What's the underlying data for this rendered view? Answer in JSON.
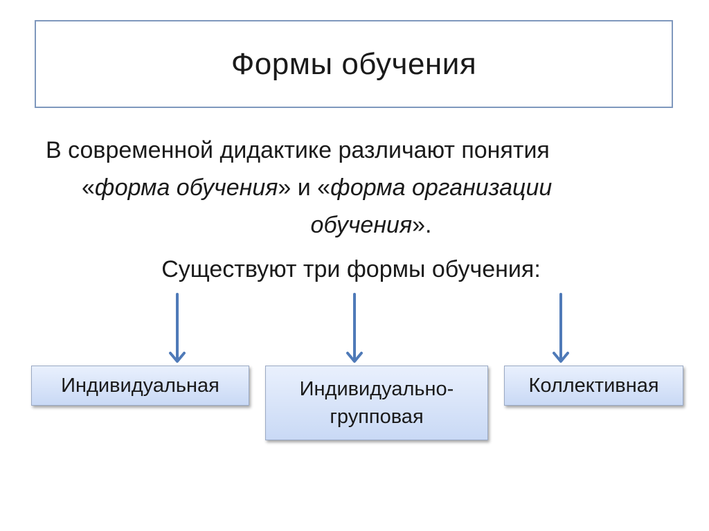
{
  "title": "Формы обучения",
  "intro": {
    "line1": "В современной дидактике различают понятия",
    "line2_open": "«",
    "line2_term1": "форма обучения",
    "line2_mid": "» и «",
    "line2_term2": "форма организации",
    "line3_term": "обучения",
    "line3_close": "»."
  },
  "subhead": "Существуют три формы обучения:",
  "forms": [
    {
      "label": "Индивидуальная"
    },
    {
      "label_line1": "Индивидуально-",
      "label_line2": "групповая"
    },
    {
      "label": "Коллективная"
    }
  ],
  "colors": {
    "title_border": "#7f98bd",
    "arrow": "#4f7ab8",
    "box_top": "#e9f0fd",
    "box_bottom": "#c9d9f5"
  }
}
